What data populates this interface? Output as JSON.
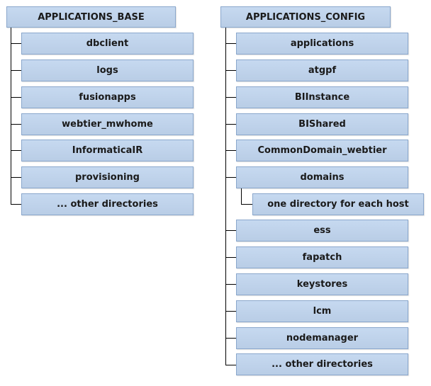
{
  "left_tree": {
    "root": "APPLICATIONS_BASE",
    "children": [
      "dbclient",
      "logs",
      "fusionapps",
      "webtier_mwhome",
      "InformaticaIR",
      "provisioning",
      "... other directories"
    ]
  },
  "right_tree": {
    "root": "APPLICATIONS_CONFIG",
    "children": [
      "applications",
      "atgpf",
      "BIInstance",
      "BIShared",
      "CommonDomain_webtier",
      "domains",
      "ess",
      "fapatch",
      "keystores",
      "lcm",
      "nodemanager",
      "... other directories"
    ],
    "domains_child": "one directory for each host"
  }
}
